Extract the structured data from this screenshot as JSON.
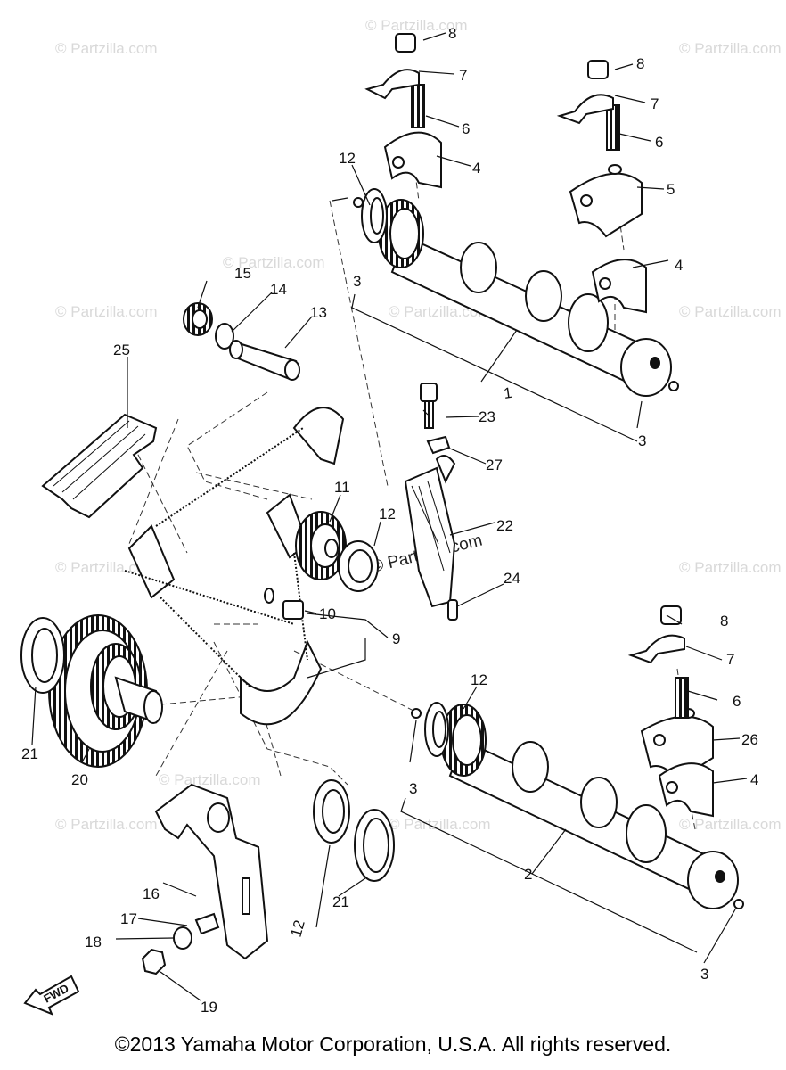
{
  "watermark_text": "© Partzilla.com",
  "copyright": "©2013 Yamaha Motor Corporation, U.S.A. All rights reserved.",
  "fwd_label": "FWD",
  "callouts": {
    "c1": "1",
    "c2": "2",
    "c3a": "3",
    "c3b": "3",
    "c3c": "3",
    "c3d": "3",
    "c4a": "4",
    "c4b": "4",
    "c4c": "4",
    "c5": "5",
    "c6a": "6",
    "c6b": "6",
    "c6c": "6",
    "c7a": "7",
    "c7b": "7",
    "c7c": "7",
    "c8a": "8",
    "c8b": "8",
    "c8c": "8",
    "c9": "9",
    "c10": "10",
    "c11": "11",
    "c12a": "12",
    "c12b": "12",
    "c12c": "12",
    "c12d": "12",
    "c13": "13",
    "c14": "14",
    "c15": "15",
    "c16": "16",
    "c17": "17",
    "c18": "18",
    "c19": "19",
    "c20": "20",
    "c21a": "21",
    "c21b": "21",
    "c22": "22",
    "c23": "23",
    "c24": "24",
    "c25": "25",
    "c26": "26",
    "c27": "27"
  }
}
